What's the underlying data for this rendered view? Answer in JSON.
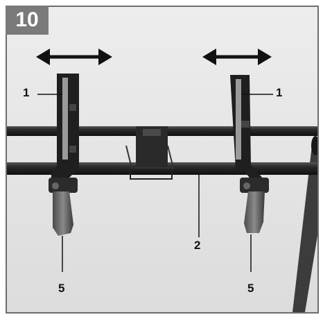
{
  "figure": {
    "number": "10"
  },
  "callouts": {
    "left_slider": "1",
    "right_slider": "1",
    "crossbar": "2",
    "left_clamp": "5",
    "right_clamp": "5"
  },
  "icons": {
    "left_arrow": "double-headed-arrow",
    "right_arrow": "double-headed-arrow"
  },
  "colors": {
    "badge_bg": "#7a7a7a",
    "badge_text": "#ffffff",
    "frame_border": "#6d6d6d",
    "photo_bg": "#e6e6e6",
    "metal": "#1e1e1e"
  }
}
